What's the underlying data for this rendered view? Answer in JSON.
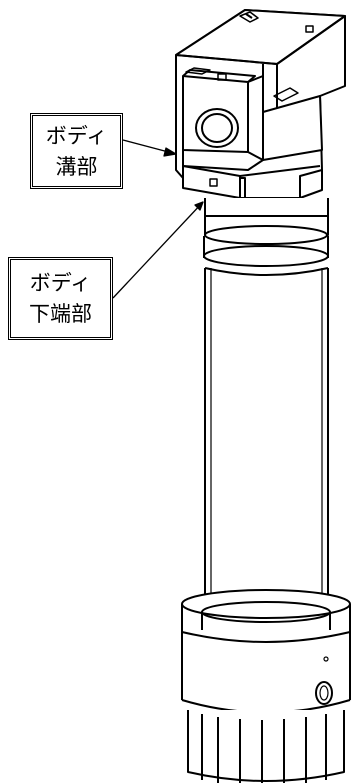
{
  "callouts": [
    {
      "id": "groove",
      "lines": [
        "ボディ",
        "溝部"
      ]
    },
    {
      "id": "bottom-end",
      "lines": [
        "ボディ",
        "下端部"
      ]
    }
  ],
  "colors": {
    "line": "#000000",
    "background": "#ffffff"
  }
}
